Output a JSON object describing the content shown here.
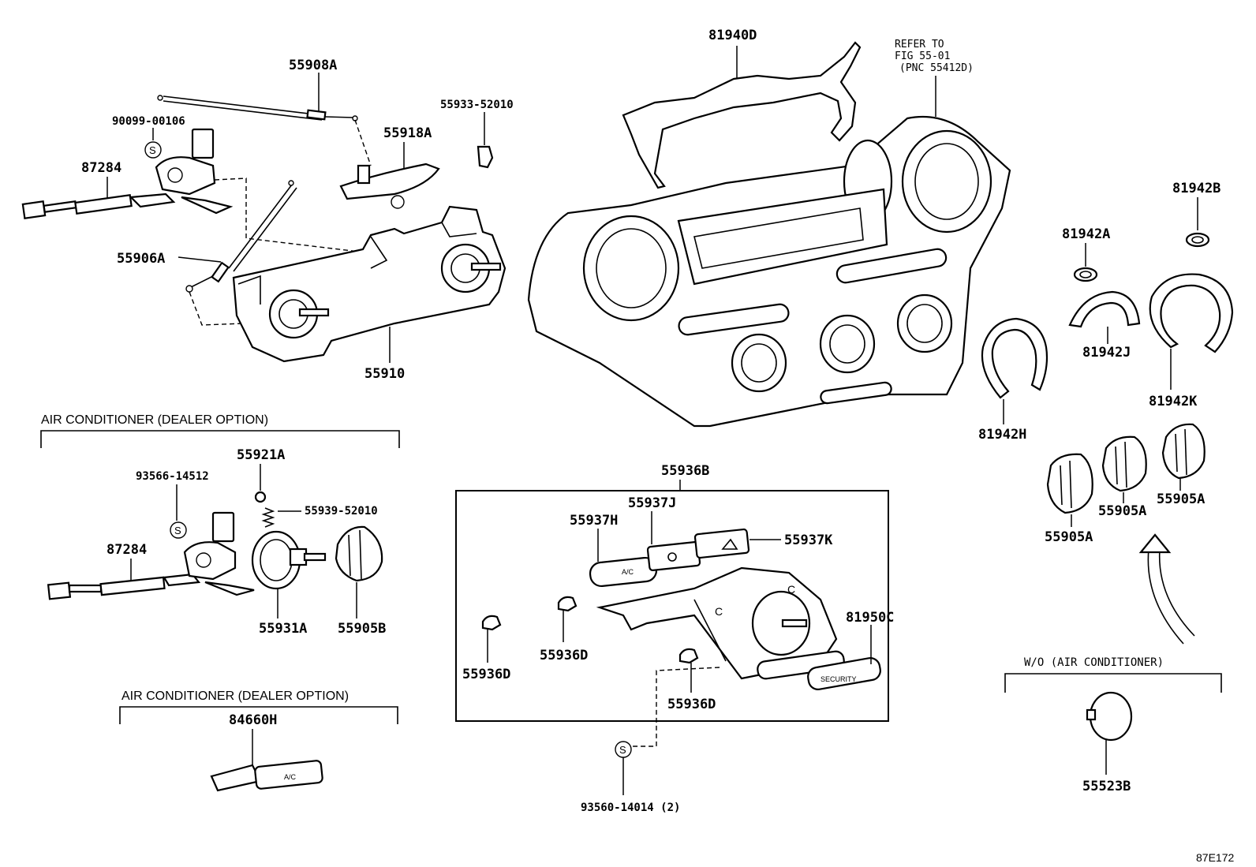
{
  "figure_code": "87E172",
  "reference_note": {
    "line1": "REFER TO",
    "line2": "FIG 55-01",
    "line3": "(PNC 55412D)"
  },
  "section_headers": {
    "ac_dealer_option_1": "AIR CONDITIONER (DEALER OPTION)",
    "ac_dealer_option_2": "AIR CONDITIONER (DEALER OPTION)",
    "wo_ac": "W/O (AIR CONDITIONER)"
  },
  "symbol_s": "S",
  "switch_text": {
    "ac": "A/C",
    "security": "SECURITY",
    "c": "C"
  },
  "parts": {
    "p55908A": "55908A",
    "p90099_00106": "90099-00106",
    "p87284_top": "87284",
    "p55933_52010": "55933-52010",
    "p55918A": "55918A",
    "p55906A": "55906A",
    "p55910": "55910",
    "p81940D": "81940D",
    "p81942B": "81942B",
    "p81942A": "81942A",
    "p81942J": "81942J",
    "p81942K": "81942K",
    "p81942H": "81942H",
    "p55921A": "55921A",
    "p93566_14512": "93566-14512",
    "p55939_52010": "55939-52010",
    "p87284_bottom": "87284",
    "p55931A": "55931A",
    "p55905B": "55905B",
    "p84660H": "84660H",
    "p55936B": "55936B",
    "p55937J": "55937J",
    "p55937H": "55937H",
    "p55937K": "55937K",
    "p81950C": "81950C",
    "p55936D_left": "55936D",
    "p55936D_mid": "55936D",
    "p55936D_bottom": "55936D",
    "p93560_14014": "93560-14014 (2)",
    "p55905A_1": "55905A",
    "p55905A_2": "55905A",
    "p55905A_3": "55905A",
    "p55523B": "55523B"
  }
}
